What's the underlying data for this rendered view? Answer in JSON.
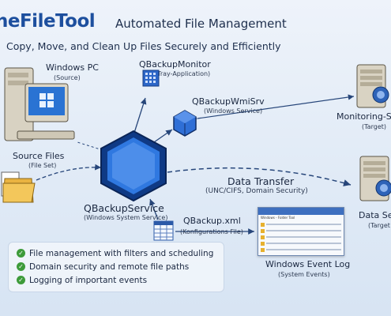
{
  "header": {
    "brand": "neFileTool",
    "title": "Automated File Management",
    "subtitle": "Copy, Move, and Clean Up Files Securely and Efficiently"
  },
  "nodes": {
    "windows_pc": {
      "label": "Windows PC",
      "sub": "(Source)"
    },
    "source_files": {
      "label": "Source Files",
      "sub": "(File Set)"
    },
    "monitor": {
      "label": "QBackupMonitor",
      "sub": "(Tray-Application)"
    },
    "wmisrv": {
      "label": "QBackupWmiSrv",
      "sub": "(Windows Service)"
    },
    "service": {
      "label": "QBackupService",
      "sub": "(Windows System Service)"
    },
    "transfer": {
      "label": "Data Transfer",
      "sub": "(UNC/CIFS, Domain Security)"
    },
    "xml": {
      "label": "QBackup.xml",
      "sub": "(Konfigurations File)"
    },
    "eventlog": {
      "label": "Windows Event Log",
      "sub": "(System Events)",
      "window_title": "Windows - Folder Tool"
    },
    "monitoring_server": {
      "label": "Monitoring-Se",
      "sub": "(Target)"
    },
    "data_server": {
      "label": "Data Se",
      "sub": "(Target"
    }
  },
  "features": [
    "File management with filters and scheduling",
    "Domain security and remote file paths",
    "Logging of important events"
  ],
  "colors": {
    "brand": "#1d4f9e",
    "cube": "#2f6fd6",
    "accent_check": "#3d9b3a",
    "line": "#27467a"
  }
}
